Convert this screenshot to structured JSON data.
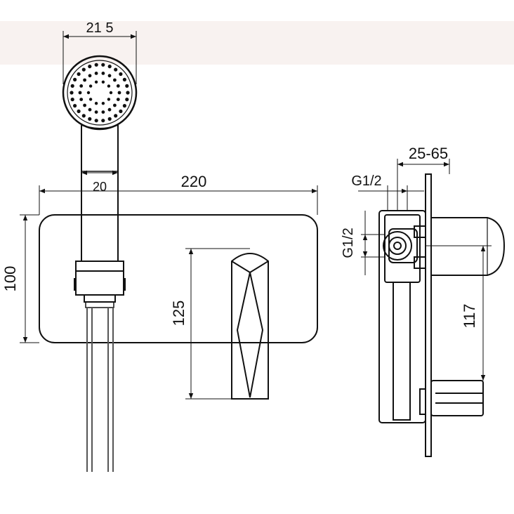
{
  "colors": {
    "background": "#ffffff",
    "header_band": "#f8f2f0",
    "ink": "#111111",
    "hose": "#555555"
  },
  "dimensions": {
    "shower_head_width": "21 5",
    "handle_width": "20",
    "plate_width": "220",
    "plate_height": "100",
    "spout_height": "125",
    "inlet_top": "G1/2",
    "inlet_side": "G1/2",
    "wall_depth": "25-65",
    "outlet_height": "117"
  },
  "icons": {
    "shower_head": "shower-head-icon",
    "valve_body": "valve-body-icon"
  }
}
